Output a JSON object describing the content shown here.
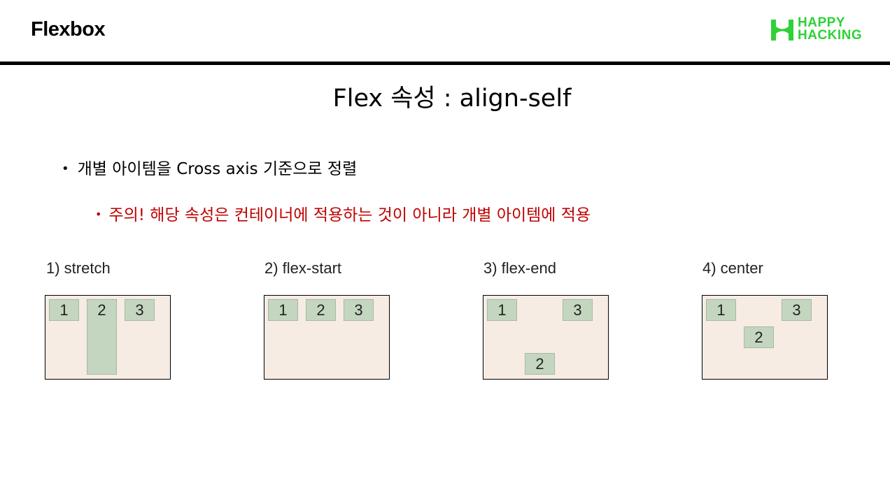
{
  "header": {
    "title": "Flexbox",
    "logo_line1": "HAPPY",
    "logo_line2": "HACKING"
  },
  "slide": {
    "title": "Flex 속성 : align-self"
  },
  "bullets": {
    "main": "개별 아이템을 Cross axis 기준으로 정렬",
    "note": "주의! 해당 속성은 컨테이너에 적용하는 것이 아니라 개별 아이템에 적용"
  },
  "examples": [
    {
      "caption": "1) stretch",
      "items": [
        "1",
        "2",
        "3"
      ]
    },
    {
      "caption": "2) flex-start",
      "items": [
        "1",
        "2",
        "3"
      ]
    },
    {
      "caption": "3) flex-end",
      "items": [
        "1",
        "2",
        "3"
      ]
    },
    {
      "caption": "4) center",
      "items": [
        "1",
        "2",
        "3"
      ]
    }
  ],
  "colors": {
    "brand_green": "#2fd136",
    "warning_red": "#c00000",
    "container_bg": "#f6ece4",
    "item_bg": "#c4d6bf"
  }
}
